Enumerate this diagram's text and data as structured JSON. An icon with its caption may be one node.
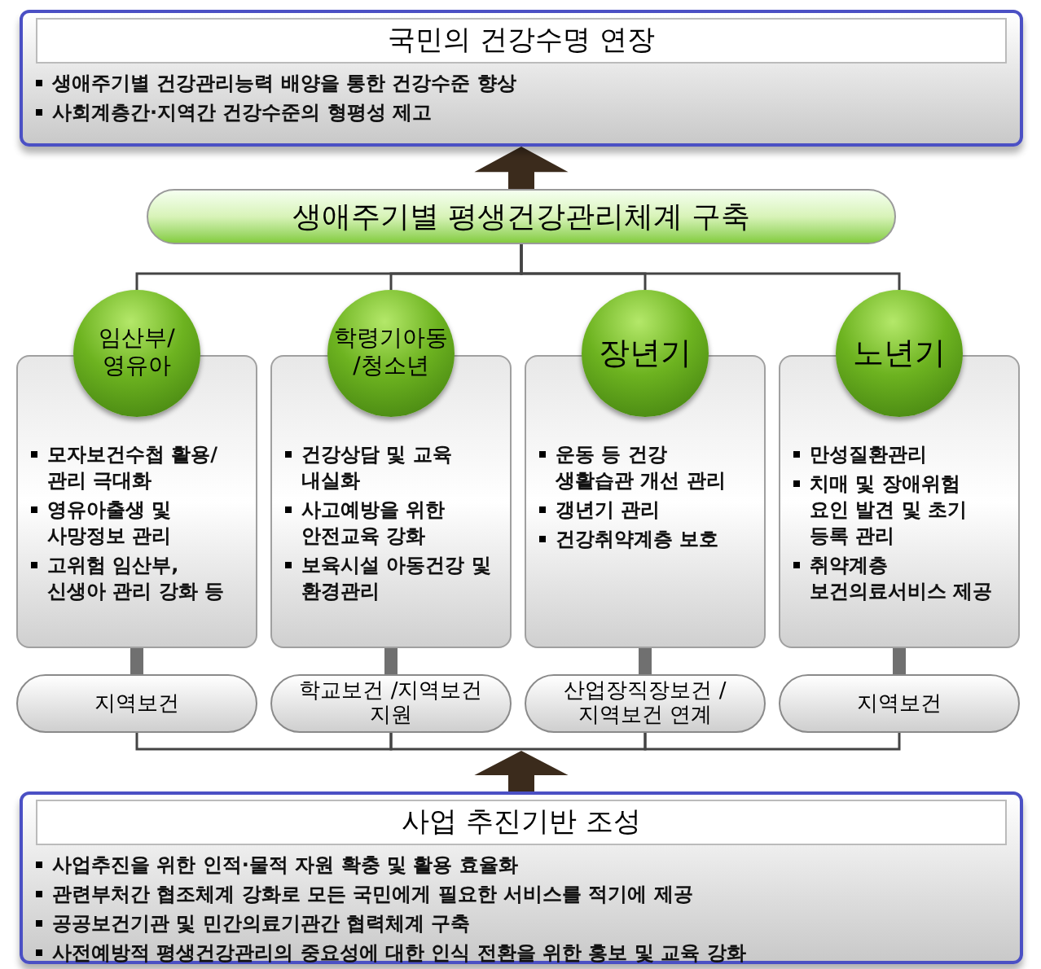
{
  "diagram": {
    "nodes": [
      {
        "text": [
          "국민의 건강수명 연장",
          "생애주기별 건강관리능력 배양을 통한 건강수준 향상",
          "사회계층간·지역간 건강수준의 형평성 제고"
        ]
      },
      {
        "text": [
          "생애주기별 평생건강관리체계 구축"
        ]
      },
      {
        "text": [
          "임산부/ 영유아"
        ]
      },
      {
        "text": [
          "모자보건수첩 활용/관리 극대화",
          "영유아출생 및 사망정보 관리",
          "고위험 임산부, 신생아 관리 강화 등"
        ]
      },
      {
        "text": [
          "학령기아동 /청소년"
        ]
      },
      {
        "text": [
          "건강상담 및 교육 내실화",
          "사고예방을 위한 안전교육 강화",
          "보육시설 아동건강 및 환경관리"
        ]
      },
      {
        "text": [
          "장년기"
        ]
      },
      {
        "text": [
          "운동 등 건강 생활습관 개선 관리",
          "갱년기 관리",
          "건강취약계층 보호"
        ]
      },
      {
        "text": [
          "노년기"
        ]
      },
      {
        "text": [
          "만성질환관리",
          "치매 및 장애위험 요인 발견 및 초기 등록 관리",
          "취약계층 보건의료서비스 제공"
        ]
      },
      {
        "text": [
          "지역보건"
        ]
      },
      {
        "text": [
          "학교보건 /지역보건 지원"
        ]
      },
      {
        "text": [
          "산업장직장보건 /지역보건 연계"
        ]
      },
      {
        "text": [
          "지역보건"
        ]
      },
      {
        "text": [
          "사업 추진기반 조성",
          "사업추진을 위한 인적·물적 자원 확충 및 활용 효율화",
          "관련부처간 협조체계 강화로 모든 국민에게 필요한 서비스를 적기에 제공",
          "공공보건기관 및 민간의료기관간 협력체계 구축",
          "사전예방적 평생건강관리의 중요성에 대한 인식 전환을 위한 홍보 및 교육 강화"
        ]
      }
    ],
    "edges": [
      {
        "from": 1,
        "to": 0,
        "arrow": "to",
        "style": "thick",
        "color": "#3b2b1c"
      },
      {
        "from": 1,
        "to": 2,
        "arrow": "none"
      },
      {
        "from": 1,
        "to": 4,
        "arrow": "none"
      },
      {
        "from": 1,
        "to": 6,
        "arrow": "none"
      },
      {
        "from": 1,
        "to": 8,
        "arrow": "none"
      },
      {
        "from": 3,
        "to": 10,
        "arrow": "none",
        "style": "thick",
        "color": "#707070"
      },
      {
        "from": 5,
        "to": 11,
        "arrow": "none",
        "style": "thick",
        "color": "#707070"
      },
      {
        "from": 7,
        "to": 12,
        "arrow": "none",
        "style": "thick",
        "color": "#707070"
      },
      {
        "from": 9,
        "to": 13,
        "arrow": "none",
        "style": "thick",
        "color": "#707070"
      },
      {
        "from": 14,
        "to": null,
        "arrow": "to",
        "style": "thick",
        "color": "#3b2b1c"
      },
      {
        "from": 10,
        "to": 11,
        "arrow": "none"
      },
      {
        "from": 11,
        "to": 12,
        "arrow": "none"
      },
      {
        "from": 12,
        "to": 13,
        "arrow": "none"
      }
    ]
  }
}
